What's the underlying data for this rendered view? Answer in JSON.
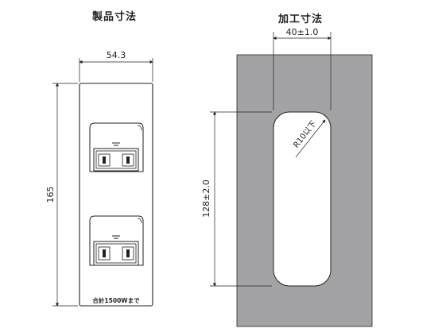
{
  "titles": {
    "product": "製品寸法",
    "cutout": "加工寸法"
  },
  "product": {
    "width_mm": "54.3",
    "height_mm": "165",
    "load_note": "合計1500Wまで"
  },
  "cutout": {
    "width_mm": "40±1.0",
    "height_mm": "128±2.0",
    "corner_radius": "R10以下"
  },
  "colors": {
    "panel_fill": "#a3a3a5",
    "line": "#222222",
    "background": "#ffffff"
  }
}
